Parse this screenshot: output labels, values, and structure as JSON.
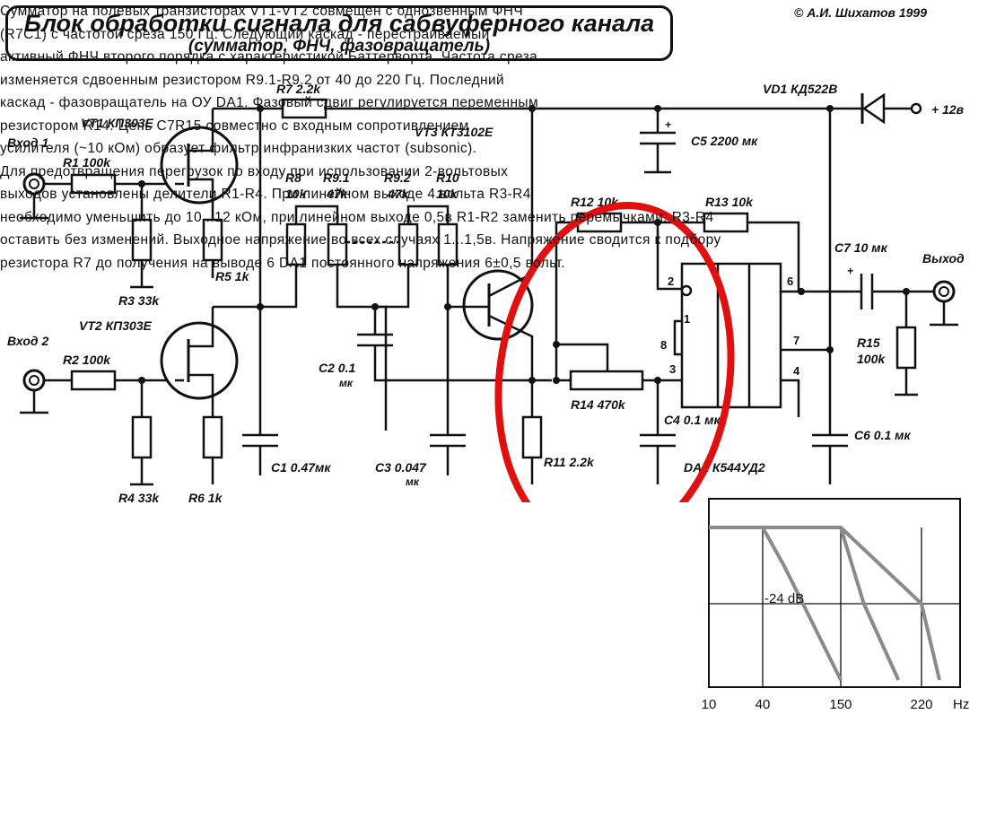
{
  "header": {
    "title": "Блок обработки сигнала для сабвуферного канала",
    "subtitle": "(сумматор, ФНЧ, фазовращатель)",
    "copyright": "© А.И. Шихатов 1999"
  },
  "schematic": {
    "inputs": [
      "Вход 1",
      "Вход 2"
    ],
    "output": "Выход",
    "power": "+ 12в",
    "resistors": {
      "r1": "R1 100k",
      "r2": "R2 100k",
      "r3": "R3 33k",
      "r4": "R4 33k",
      "r5": "R5 1k",
      "r6": "R6 1k",
      "r7": "R7 2.2k",
      "r8_name": "R8",
      "r8_val": "10k",
      "r91_name": "R9.1",
      "r91_val": "47k",
      "r92_name": "R9.2",
      "r92_val": "47k",
      "r10_name": "R10",
      "r10_val": "10k",
      "r11": "R11 2.2k",
      "r12": "R12 10k",
      "r13": "R13 10k",
      "r14": "R14 470k",
      "r15_name": "R15",
      "r15_val": "100k"
    },
    "capacitors": {
      "c1": "C1 0.47мк",
      "c2_a": "C2 0.1",
      "c2_b": "мк",
      "c3_a": "C3 0.047",
      "c3_b": "мк",
      "c4": "C4 0.1 мк",
      "c5": "C5 2200 мк",
      "c6": "C6 0.1 мк",
      "c7": "C7 10 мк"
    },
    "transistors": {
      "vt1": "VT1 КП303Е",
      "vt2": "VT2 КП303Е",
      "vt3": "VT3 КТ3102Е"
    },
    "diode": "VD1 КД522В",
    "opamp": "DA1 К544УД2",
    "opamp_pins": [
      "2",
      "1",
      "8",
      "3",
      "6",
      "7",
      "4"
    ],
    "plus_sign": "+"
  },
  "description": {
    "paragraph1": [
      "Сумматор на полевых транзисторах VT1-VT2 совмещен с однозвенным ФНЧ",
      "(R7C1) с частотой среза 150 Гц. Следующий каскад - перестраиваемый",
      "активный ФНЧ второго порядка с характеристикой Баттерворта. Частота среза",
      "изменяется сдвоенным резистором R9.1-R9.2 от 40 до 220 Гц. Последний",
      "каскад - фазовращатель на ОУ DA1. Фазовый сдвиг регулируется переменным",
      "резистором R14. Цепь C7R15 совместно с входным сопротивлением",
      "усилителя (~10 кОм) образует фильтр инфранизких частот (subsonic)."
    ],
    "paragraph2": [
      "Для предотвращения перегрузок по входу при использовании 2-вольтовых",
      "выходов установлены делители R1-R4. При линейном выходе 4 вольта R3-R4",
      "необходимо уменьшить до 10...12 кОм, при линейном выходе 0,5в R1-R2 заменить перемычками, R3-R4",
      "оставить без изменений. Выходное напряжение во всех случаях 1...1,5в. Напряжение сводится к подбору",
      "резистора R7 до получения на выводе 6 DA1 постоянного напряжения 6±0,5 вольт."
    ]
  },
  "chart_data": {
    "type": "line",
    "x_ticks": [
      "10",
      "40",
      "150",
      "220"
    ],
    "x_unit": "Hz",
    "annotation": "-24 dB",
    "series": [
      {
        "values": [
          [
            10,
            0
          ],
          [
            40,
            0
          ],
          [
            70,
            -12
          ],
          [
            150,
            -48
          ]
        ]
      },
      {
        "values": [
          [
            10,
            0
          ],
          [
            150,
            0
          ],
          [
            170,
            -24
          ],
          [
            200,
            -48
          ]
        ]
      },
      {
        "values": [
          [
            10,
            0
          ],
          [
            150,
            0
          ],
          [
            220,
            -24
          ],
          [
            250,
            -48
          ]
        ]
      }
    ],
    "colors": {
      "curves": "#8a8a8a",
      "frame": "#111111",
      "highlight_ellipse": "#e01010"
    }
  }
}
